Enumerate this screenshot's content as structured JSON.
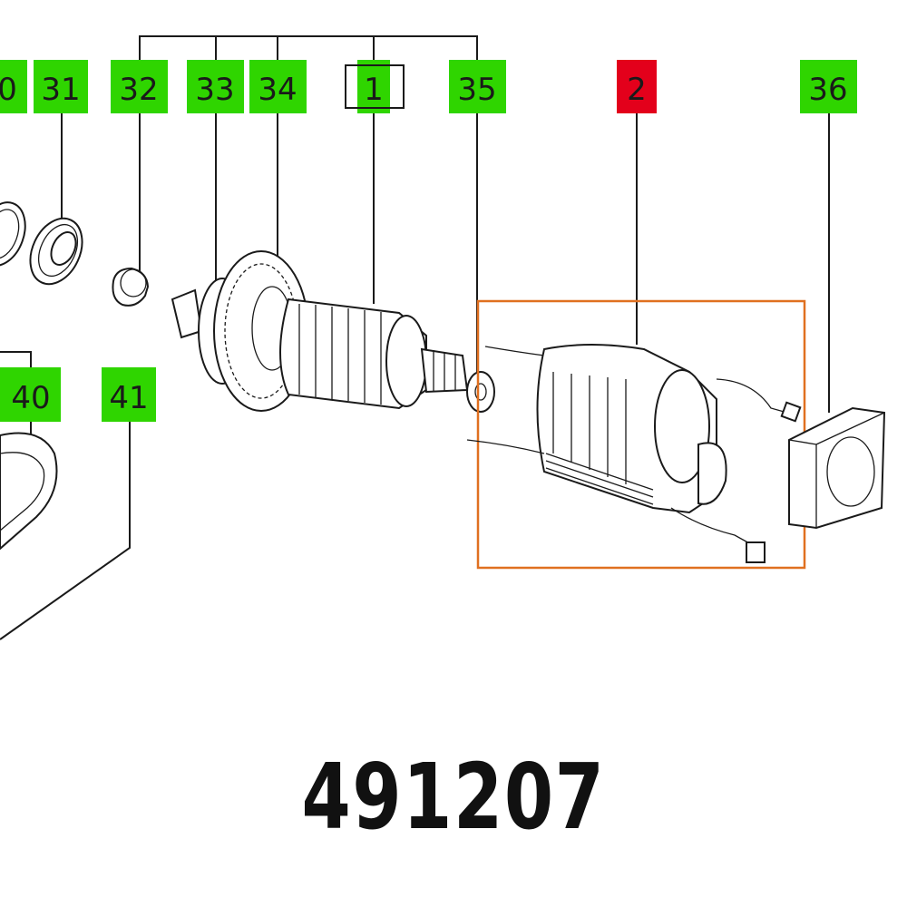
{
  "title": "491207",
  "colors": {
    "callout": "#2fd500",
    "highlight_callout": "#e3001b",
    "selection_box": "#e07020",
    "line": "#1a1a1a"
  },
  "callouts": [
    {
      "id": "30",
      "label": "0"
    },
    {
      "id": "31",
      "label": "31"
    },
    {
      "id": "32",
      "label": "32"
    },
    {
      "id": "33",
      "label": "33"
    },
    {
      "id": "34",
      "label": "34"
    },
    {
      "id": "1",
      "label": "1"
    },
    {
      "id": "35",
      "label": "35"
    },
    {
      "id": "2",
      "label": "2"
    },
    {
      "id": "36",
      "label": "36"
    },
    {
      "id": "40",
      "label": "40"
    },
    {
      "id": "41",
      "label": "41"
    }
  ]
}
